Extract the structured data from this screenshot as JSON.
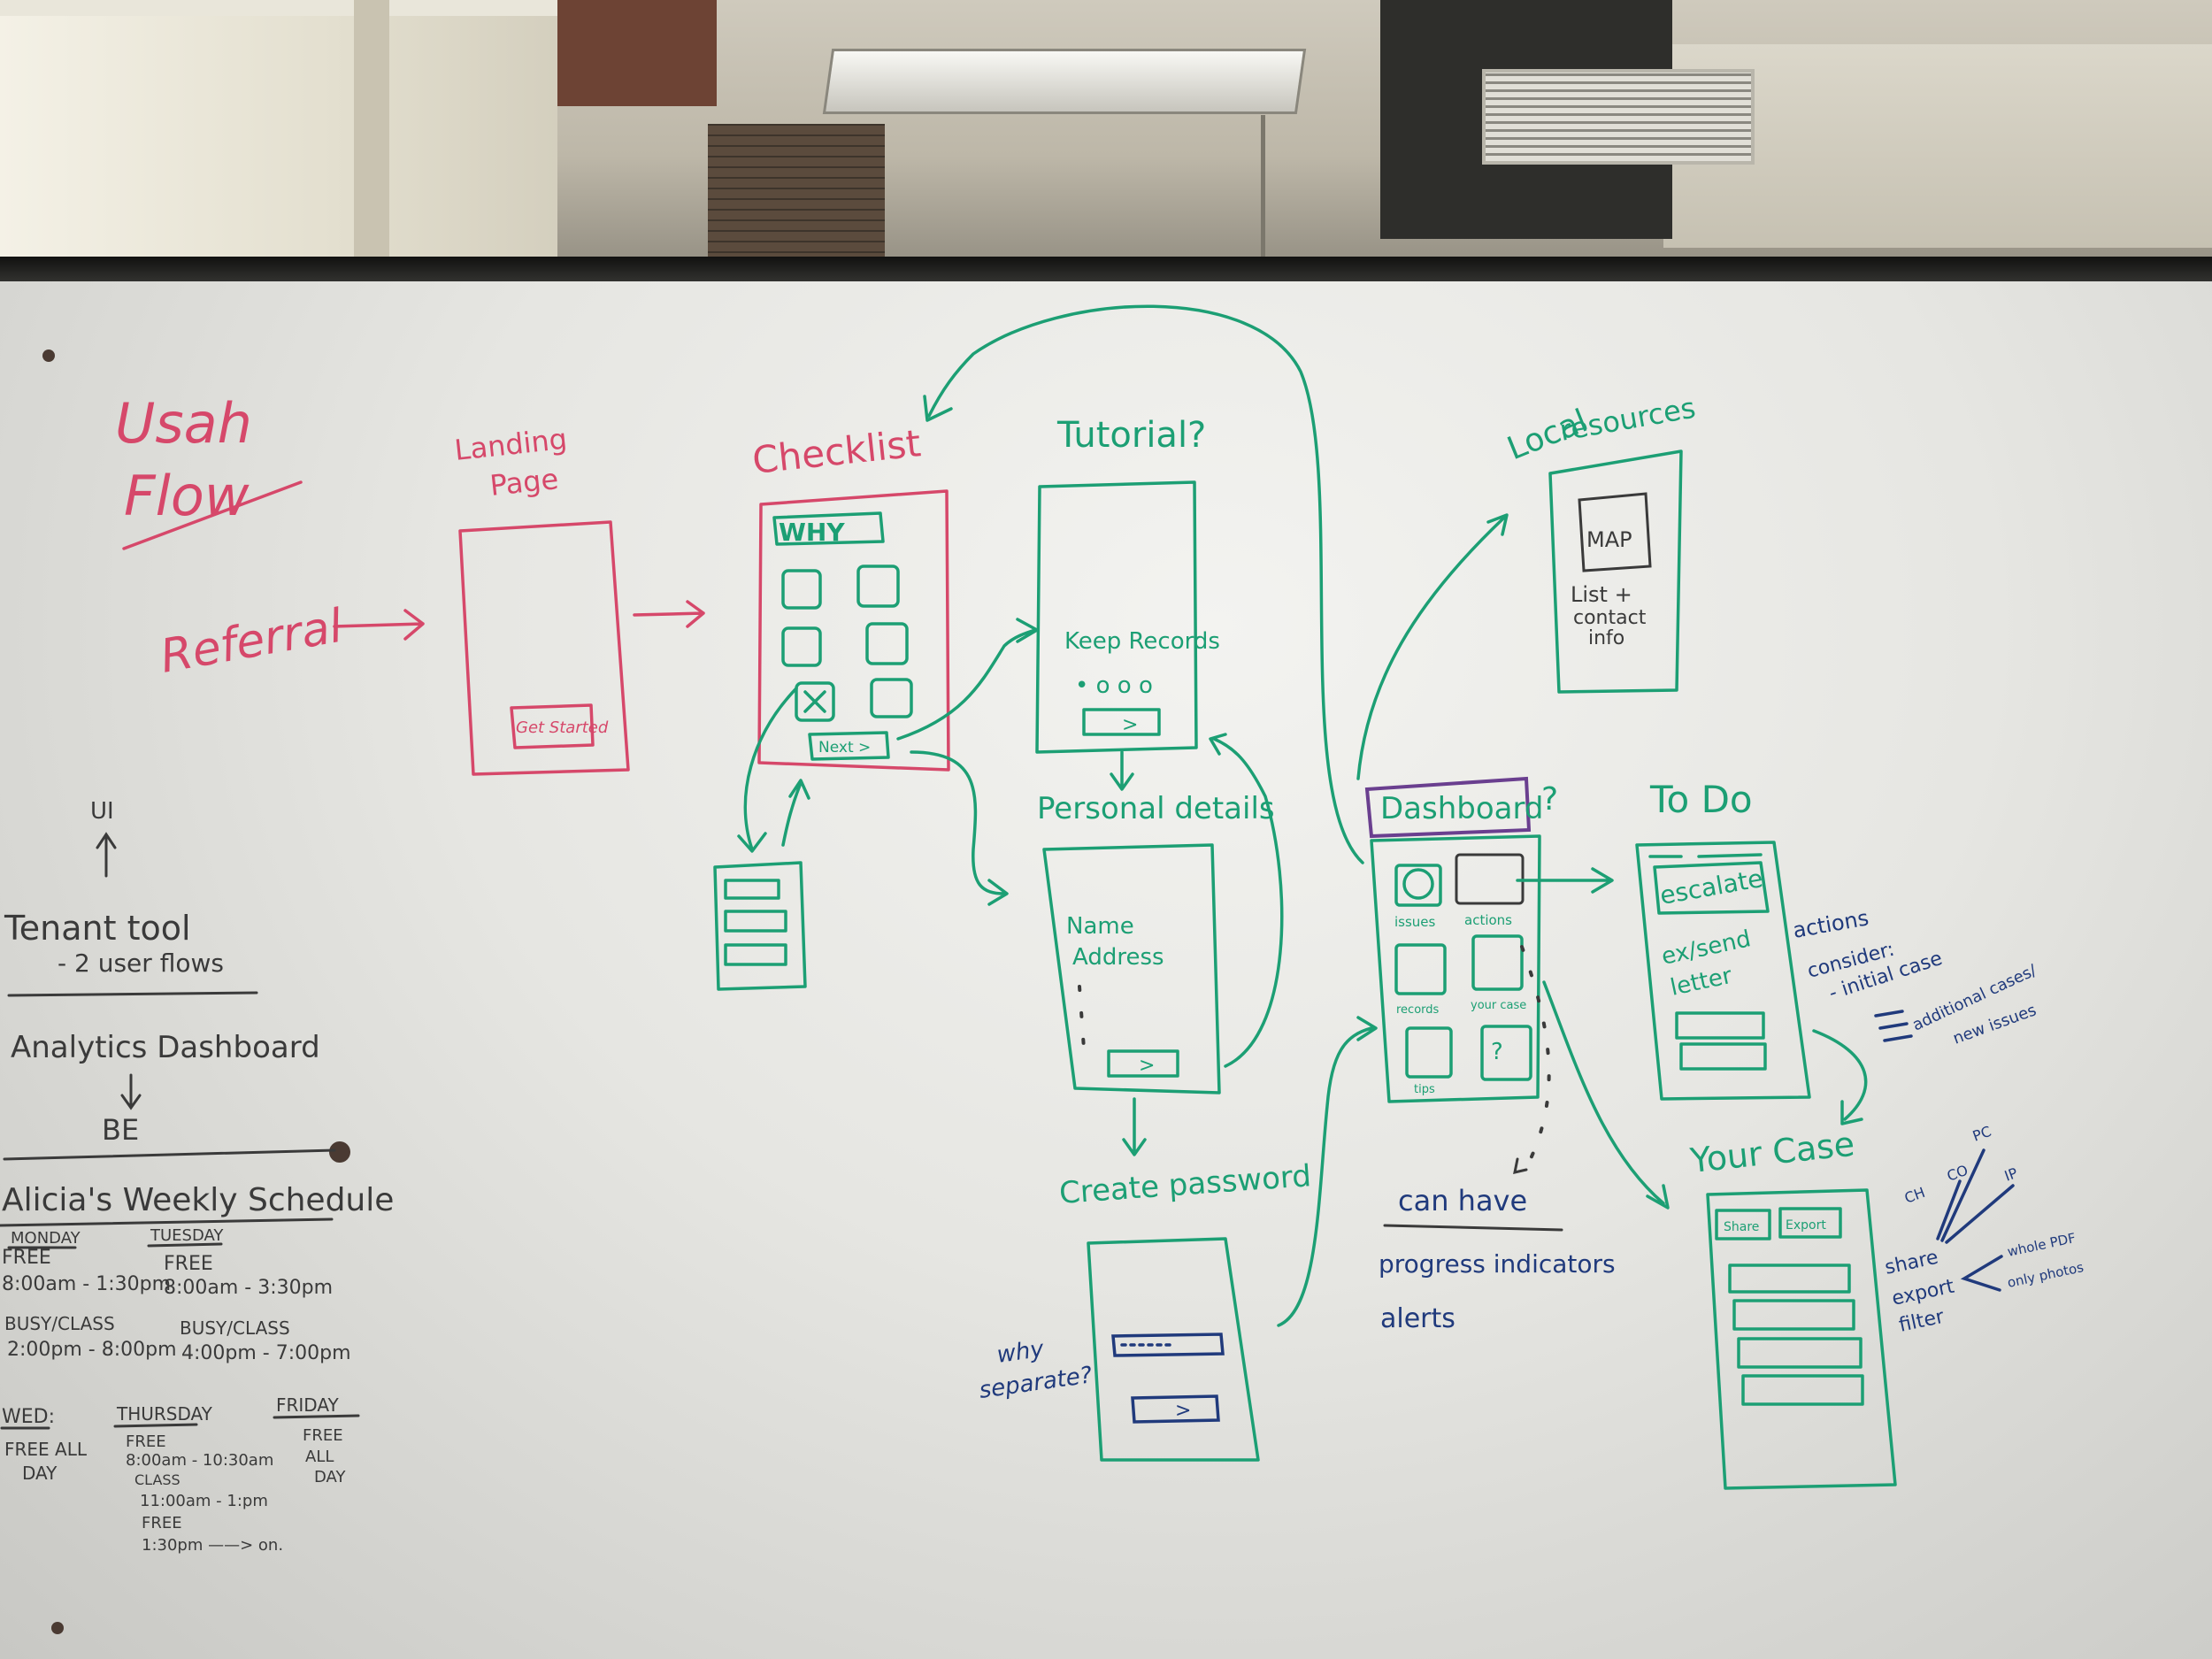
{
  "flow": {
    "title_line1": "Usah",
    "title_line2": "Flow",
    "referral": "Referral"
  },
  "screens": {
    "landing": {
      "title_line1": "Landing",
      "title_line2": "Page",
      "button": "Get Started"
    },
    "checklist": {
      "title": "Checklist",
      "header": "WHY",
      "next": "Next >"
    },
    "tutorial": {
      "title": "Tutorial?",
      "text": "Keep Records",
      "dots": "• o o o",
      "arrow": ">"
    },
    "personal": {
      "title": "Personal details",
      "line1": "Name",
      "line2": "Address",
      "arrow": ">"
    },
    "password": {
      "title": "Create password",
      "arrow": ">"
    },
    "local": {
      "title_line1": "Local",
      "title_line2": "resources",
      "map": "MAP",
      "line1": "List +",
      "line2": "contact",
      "line3": "info"
    },
    "dashboard": {
      "title": "Dashboard",
      "question": "?",
      "tile1": "issues",
      "tile2": "actions",
      "tile3": "records",
      "tile4": "your case",
      "tile5": "tips",
      "tile6": "?"
    },
    "todo": {
      "title": "To Do",
      "line1": "escalate",
      "line2": "ex/send",
      "line3": "letter"
    },
    "yourcase": {
      "title": "Your Case",
      "tab1": "Share",
      "tab2": "Export"
    }
  },
  "notes": {
    "why_separate_line1": "why",
    "why_separate_line2": "separate?",
    "can_have": "can have",
    "progress": "progress indicators",
    "alerts": "alerts",
    "actions": "actions",
    "consider": "consider:",
    "initial_case": "- initial case",
    "additional_cases": "additional cases/",
    "new_issues": "new issues",
    "share": "share",
    "export": "export",
    "filter": "filter",
    "whole_pdf": "whole PDF",
    "only_photos": "only photos",
    "ch": "CH",
    "co": "CO",
    "pc": "PC",
    "ip": "IP"
  },
  "left_panel": {
    "ui": "UI",
    "tenant_tool": "Tenant tool",
    "user_flows": "- 2 user flows",
    "analytics": "Analytics Dashboard",
    "be": "BE"
  },
  "schedule": {
    "title": "Alicia's Weekly Schedule",
    "monday": {
      "day": "MONDAY",
      "free": "FREE",
      "free_time": "8:00am - 1:30pm",
      "busy": "BUSY/CLASS",
      "busy_time": "2:00pm - 8:00pm"
    },
    "tuesday": {
      "day": "TUESDAY",
      "free": "FREE",
      "free_time": "8:00am - 3:30pm",
      "busy": "BUSY/CLASS",
      "busy_time": "4:00pm - 7:00pm"
    },
    "wednesday": {
      "day": "WED:",
      "line1": "FREE ALL",
      "line2": "DAY"
    },
    "thursday": {
      "day": "THURSDAY",
      "free": "FREE",
      "free_time": "8:00am - 10:30am",
      "class": "CLASS",
      "class_time": "11:00am - 1:pm",
      "free2": "FREE",
      "free2_time": "1:30pm ——> on."
    },
    "friday": {
      "day": "FRIDAY",
      "line1": "FREE",
      "line2": "ALL",
      "line3": "DAY"
    }
  },
  "colors": {
    "red_marker": "#d6486a",
    "green_marker": "#1c9f74",
    "navy_marker": "#203a7c",
    "purple_marker": "#6a3f8f",
    "black_marker": "#3a3a3a"
  }
}
